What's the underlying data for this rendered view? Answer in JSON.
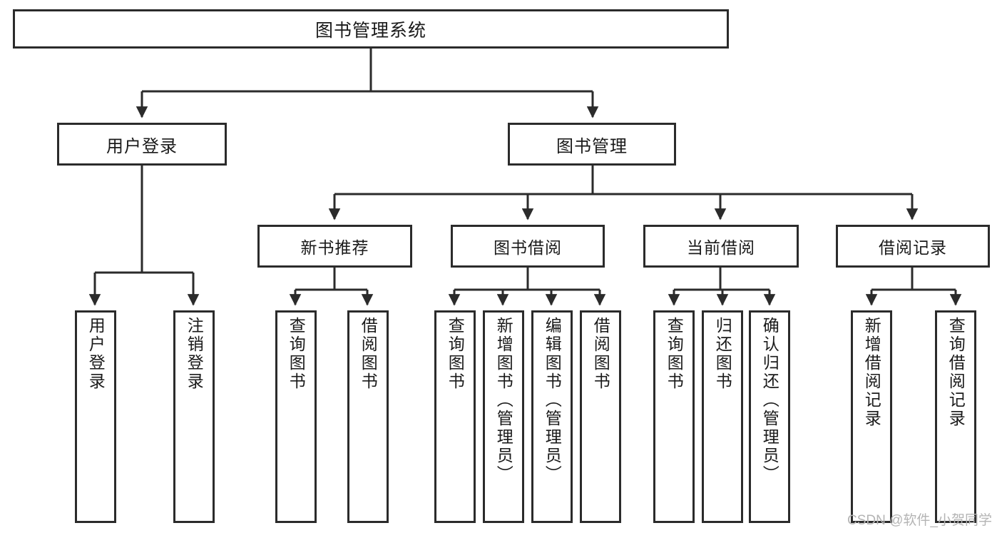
{
  "diagram": {
    "title": "图书管理系统",
    "watermark": "CSDN @软件_小贺同学",
    "colors": {
      "stroke": "#2b2b2b",
      "fill": "#ffffff",
      "text": "#1a1a1a",
      "watermark": "#b4b4b4"
    },
    "root": {
      "label": "图书管理系统"
    },
    "level2": [
      {
        "label": "用户登录"
      },
      {
        "label": "图书管理"
      }
    ],
    "level3": [
      {
        "label": "新书推荐"
      },
      {
        "label": "图书借阅"
      },
      {
        "label": "当前借阅"
      },
      {
        "label": "借阅记录"
      }
    ],
    "leaves": {
      "user_login": [
        {
          "label": "用户登录"
        },
        {
          "label": "注销登录"
        }
      ],
      "new_book_recommend": [
        {
          "label": "查询图书"
        },
        {
          "label": "借阅图书"
        }
      ],
      "book_borrow": [
        {
          "label": "查询图书"
        },
        {
          "label": "新增图书（管理员）"
        },
        {
          "label": "编辑图书（管理员）"
        },
        {
          "label": "借阅图书"
        }
      ],
      "current_borrow": [
        {
          "label": "查询图书"
        },
        {
          "label": "归还图书"
        },
        {
          "label": "确认归还（管理员）"
        }
      ],
      "borrow_record": [
        {
          "label": "新增借阅记录"
        },
        {
          "label": "查询借阅记录"
        }
      ]
    }
  }
}
